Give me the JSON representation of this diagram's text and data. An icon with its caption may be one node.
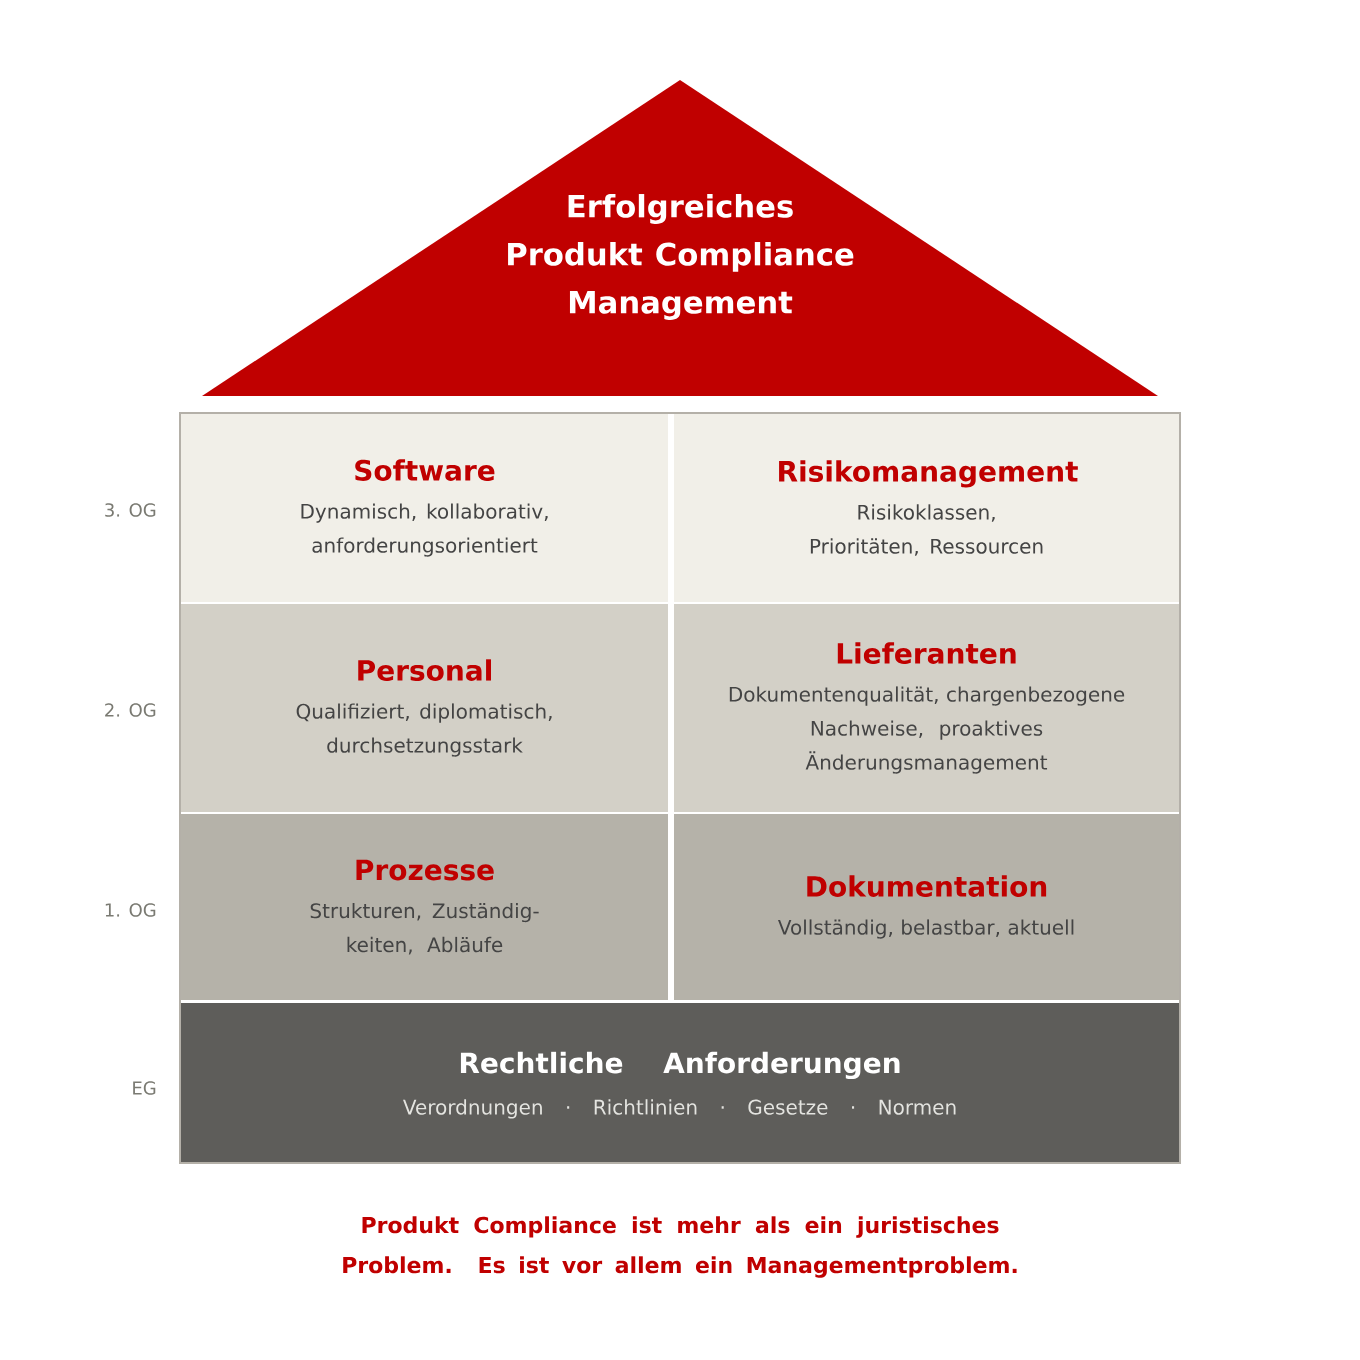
{
  "diagram": {
    "nodes": [
      {
        "text": [
          "Erfolgreiches Produkt Compliance Management"
        ]
      },
      {
        "text": [
          "Software",
          "Dynamisch, kollaborativ, anforderungsorientiert"
        ]
      },
      {
        "text": [
          "Risikomanagement",
          "Risikoklassen, Prioritäten, Ressourcen"
        ]
      },
      {
        "text": [
          "Personal",
          "Qualifiziert, diplomatisch, durchsetzungsstark"
        ]
      },
      {
        "text": [
          "Lieferanten",
          "Dokumentenqualität, chargenbezogene Nachweise, proaktives Änderungsmanagement"
        ]
      },
      {
        "text": [
          "Prozesse",
          "Strukturen, Zuständig- keiten, Abläufe"
        ]
      },
      {
        "text": [
          "Dokumentation",
          "Vollständig, belastbar, aktuell"
        ]
      },
      {
        "text": [
          "Rechtliche Anforderungen",
          "Verordnungen · Richtlinien · Gesetze · Normen"
        ]
      }
    ],
    "labels": [
      "3. OG",
      "2. OG",
      "1. OG",
      "EG"
    ],
    "caption": "Produkt Compliance ist mehr als ein juristisches Problem. Es ist vor allem ein Managementproblem."
  }
}
